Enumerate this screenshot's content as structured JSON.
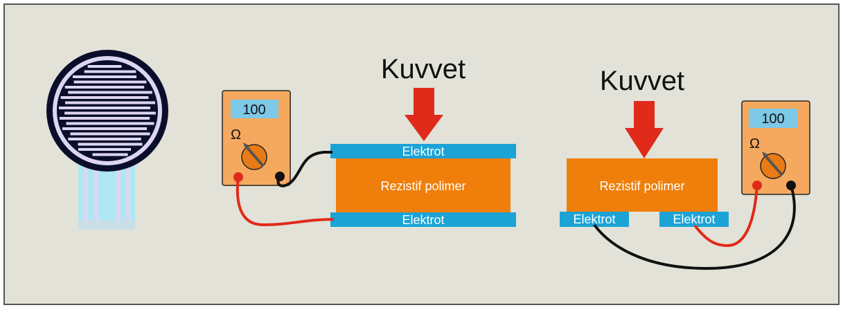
{
  "colors": {
    "background": "#e2e2d8",
    "border": "#555555",
    "multimeter_body": "#f5a95f",
    "display": "#7ec8e8",
    "knob": "#e87b16",
    "electrode": "#1ba3d6",
    "polymer": "#f07e0b",
    "force_arrow": "#e02a1a",
    "wire_red": "#e02a1a",
    "wire_black": "#111111",
    "sensor_disc": "#0b0e2a",
    "sensor_trace": "#ddd6f0",
    "sensor_tail": "#aee8f5"
  },
  "left_assembly": {
    "force_label": "Kuvvet",
    "electrode_top_label": "Elektrot",
    "polymer_label": "Rezistif polimer",
    "electrode_bottom_label": "Elektrot",
    "meter": {
      "display_value": "100",
      "unit_symbol": "Ω"
    }
  },
  "right_assembly": {
    "force_label": "Kuvvet",
    "polymer_label": "Rezistif polimer",
    "electrode_left_label": "Elektrot",
    "electrode_right_label": "Elektrot",
    "meter": {
      "display_value": "100",
      "unit_symbol": "Ω"
    }
  },
  "icons": [
    "fsr-sensor-icon",
    "multimeter-icon",
    "force-arrow-icon",
    "probe-icon"
  ]
}
